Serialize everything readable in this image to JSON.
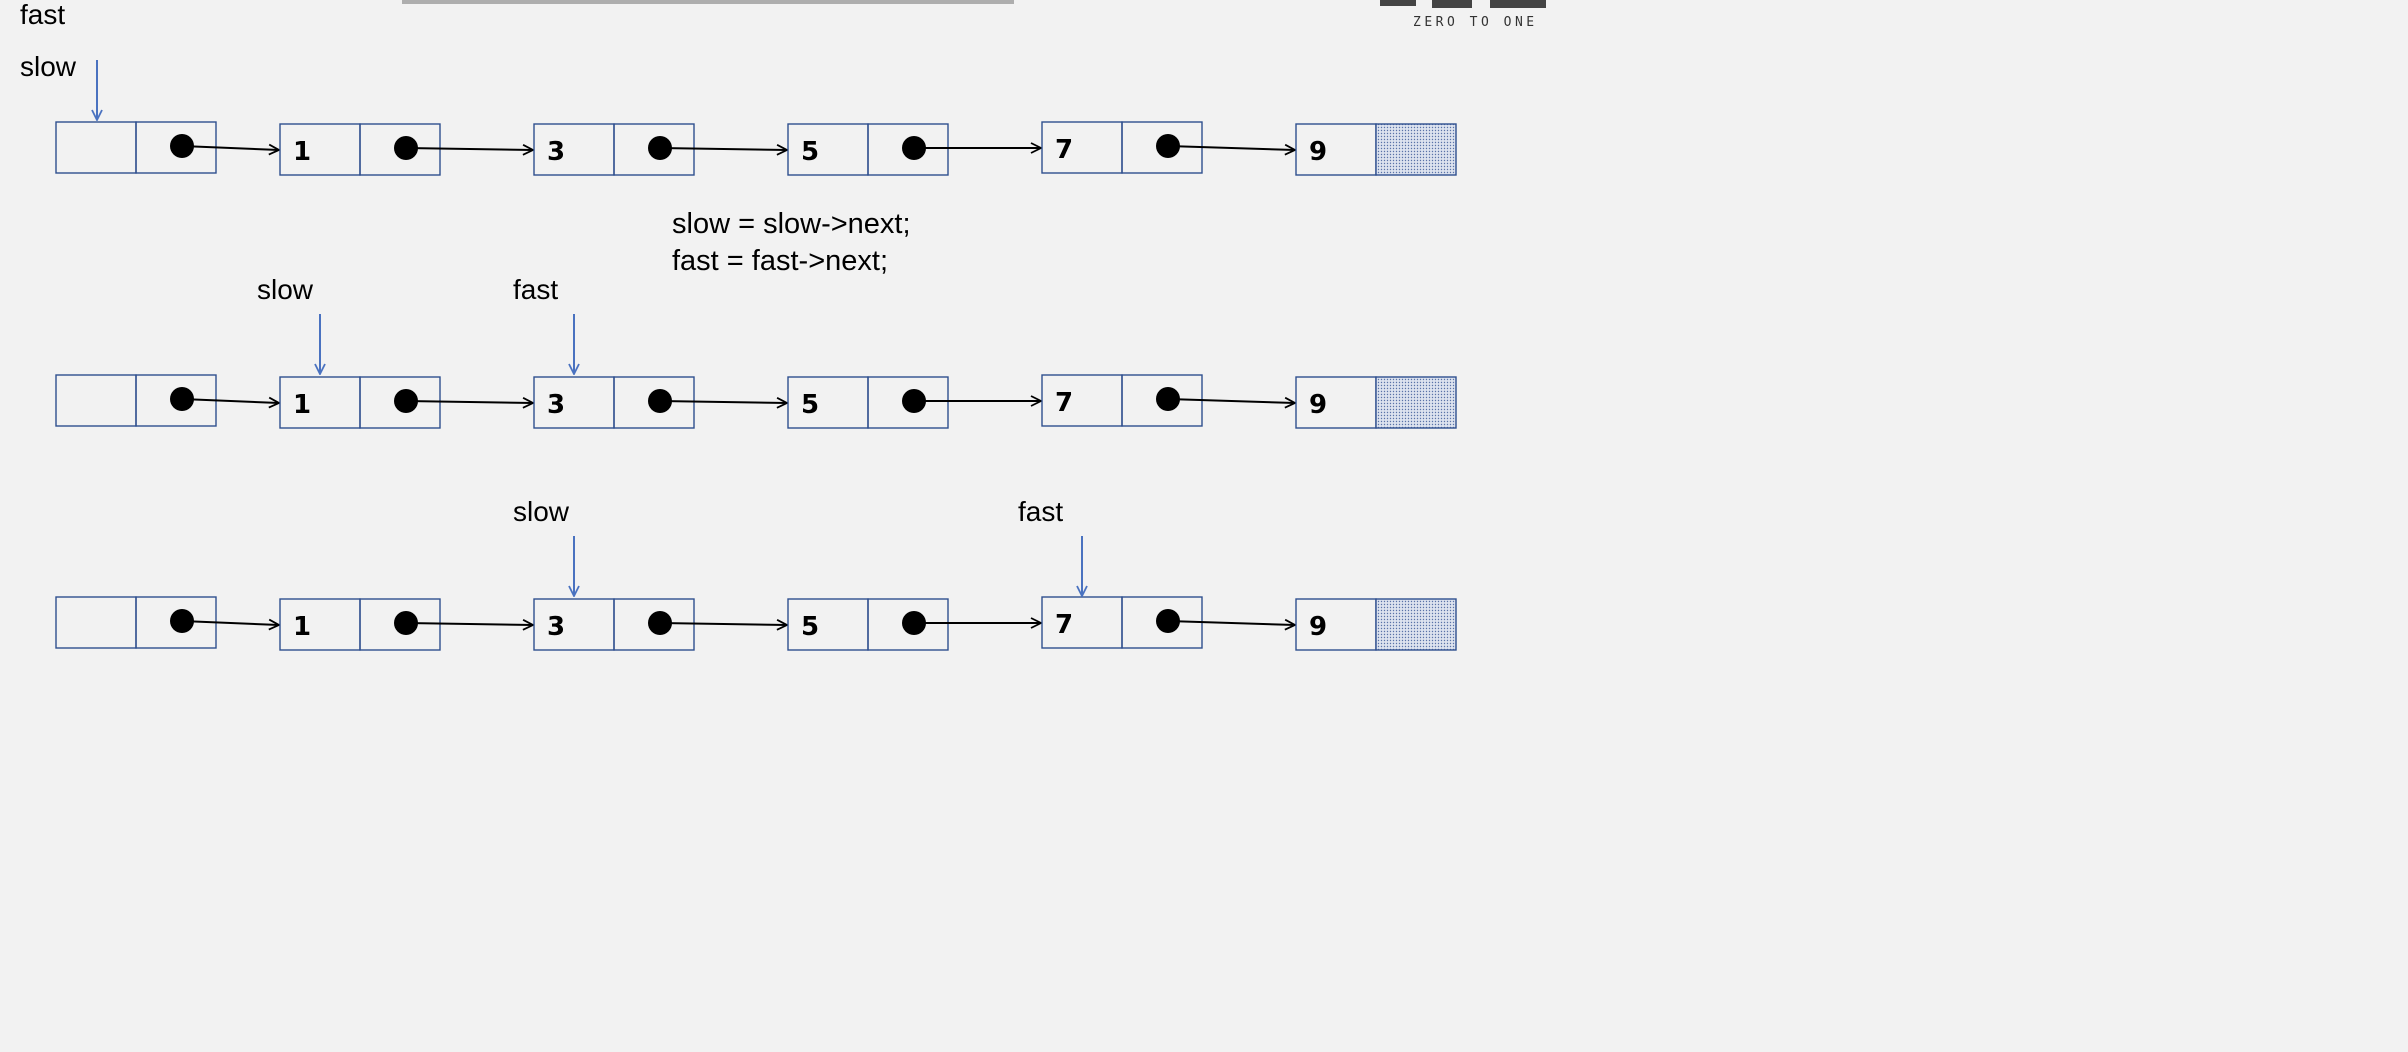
{
  "logo": {
    "tagline": "ZERO TO ONE"
  },
  "code": {
    "line1": "slow = slow->next;",
    "line2": "fast = fast->next;"
  },
  "colors": {
    "node_border": "#2f4f8f",
    "pointer_arrow": "#4a72c0",
    "link_arrow": "#000000",
    "null_fill": "#c9d3e6"
  },
  "rows": [
    {
      "nodes": [
        "",
        "1",
        "3",
        "5",
        "7",
        "9"
      ],
      "pointers": [
        {
          "name": "fast",
          "label": "fast",
          "node": 0
        },
        {
          "name": "slow",
          "label": "slow",
          "node": 0
        }
      ]
    },
    {
      "nodes": [
        "",
        "1",
        "3",
        "5",
        "7",
        "9"
      ],
      "pointers": [
        {
          "name": "slow",
          "label": "slow",
          "node": 1
        },
        {
          "name": "fast",
          "label": "fast",
          "node": 2
        }
      ]
    },
    {
      "nodes": [
        "",
        "1",
        "3",
        "5",
        "7",
        "9"
      ],
      "pointers": [
        {
          "name": "slow",
          "label": "slow",
          "node": 2
        },
        {
          "name": "fast",
          "label": "fast",
          "node": 4
        }
      ]
    }
  ]
}
